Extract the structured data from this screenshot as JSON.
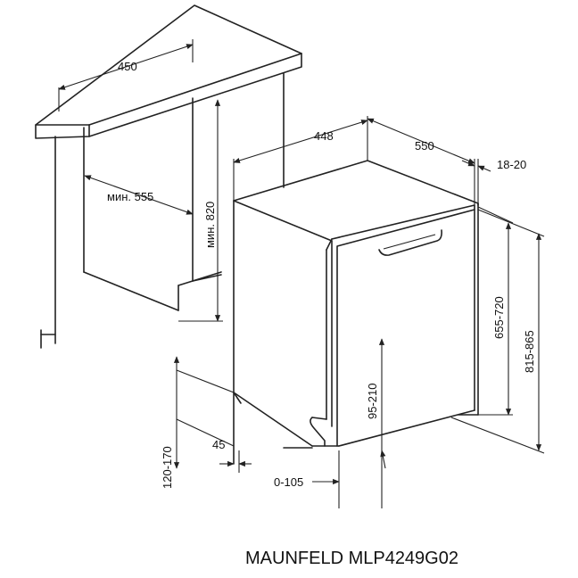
{
  "diagram": {
    "labels": {
      "w450": "450",
      "w448": "448",
      "d550": "550",
      "gap1820": "18-20",
      "min555": "мин. 555",
      "min820": "мин. 820",
      "h655720": "655-720",
      "h815865": "815-865",
      "h95210": "95-210",
      "h120170": "120-170",
      "d45": "45",
      "d0105": "0-105"
    },
    "model": "MAUNFELD MLP4249G02"
  }
}
